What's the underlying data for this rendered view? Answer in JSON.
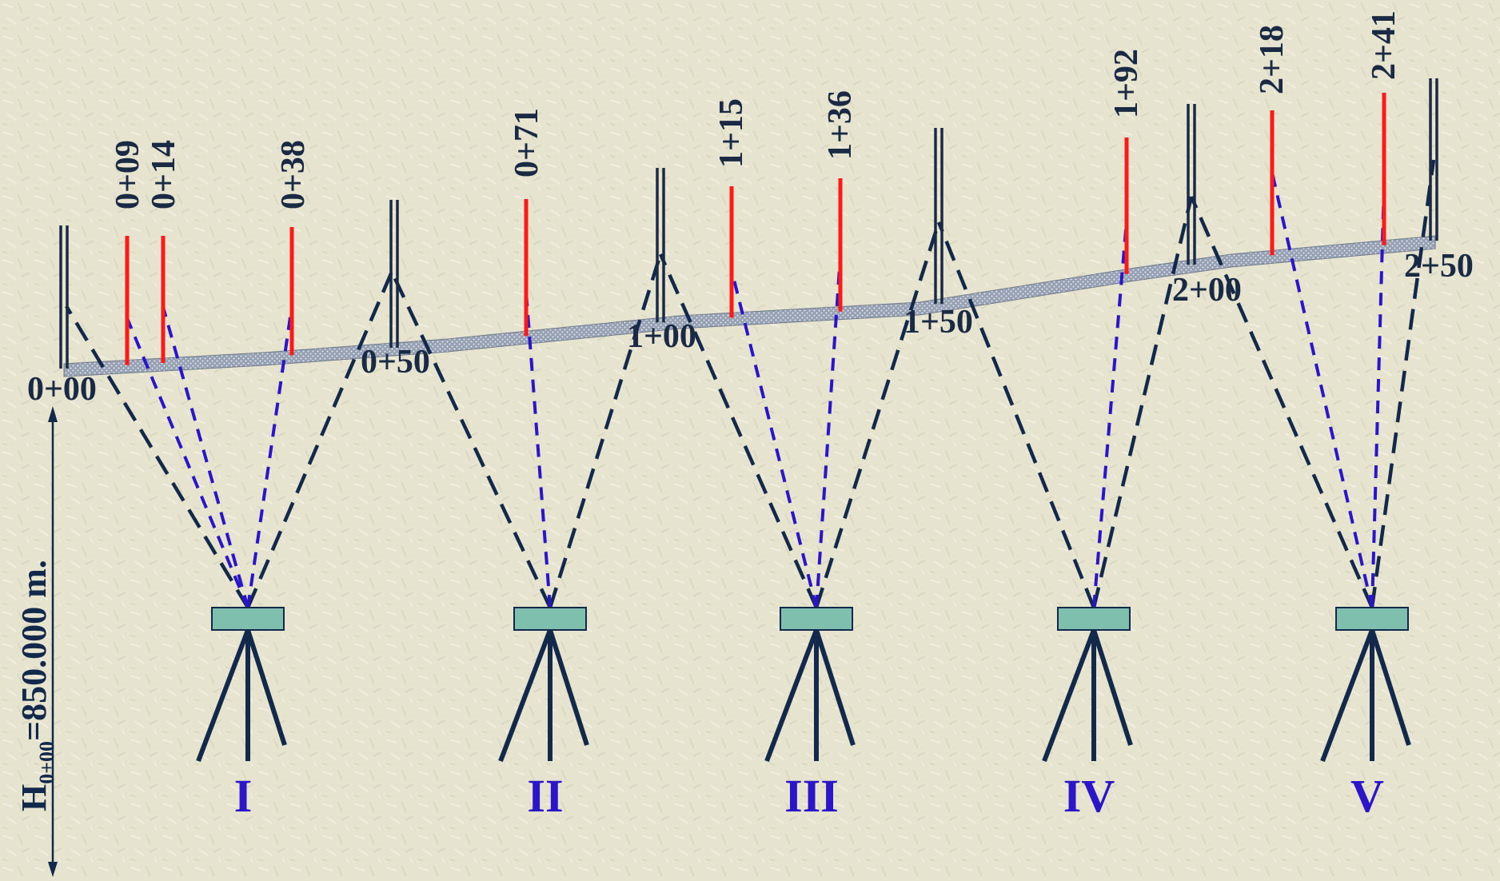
{
  "pickets": [
    {
      "label": "0+09",
      "kind": "intermediate"
    },
    {
      "label": "0+14",
      "kind": "intermediate"
    },
    {
      "label": "0+38",
      "kind": "intermediate"
    },
    {
      "label": "0+71",
      "kind": "intermediate"
    },
    {
      "label": "1+15",
      "kind": "intermediate"
    },
    {
      "label": "1+36",
      "kind": "intermediate"
    },
    {
      "label": "1+92",
      "kind": "intermediate"
    },
    {
      "label": "2+18",
      "kind": "intermediate"
    },
    {
      "label": "2+41",
      "kind": "intermediate"
    }
  ],
  "stations": [
    {
      "label": "0+00"
    },
    {
      "label": "0+50"
    },
    {
      "label": "1+00"
    },
    {
      "label": "1+50"
    },
    {
      "label": "2+00"
    },
    {
      "label": "2+50"
    }
  ],
  "instruments": [
    {
      "label": "I"
    },
    {
      "label": "II"
    },
    {
      "label": "III"
    },
    {
      "label": "IV"
    },
    {
      "label": "V"
    }
  ],
  "elevation": {
    "symbol": "H",
    "subscript": "0+00",
    "value": "=850.000 m."
  },
  "colors": {
    "background": "#e6e4cf",
    "staff": "#1a2a44",
    "intermediate_staff": "#ff1a1a",
    "sight_main": "#13294b",
    "sight_intermediate": "#2a15c8",
    "instrument_body": "#7fbfad",
    "tripod": "#13294b",
    "station_roman": "#2a15c8",
    "ground": "#8c97a8"
  }
}
